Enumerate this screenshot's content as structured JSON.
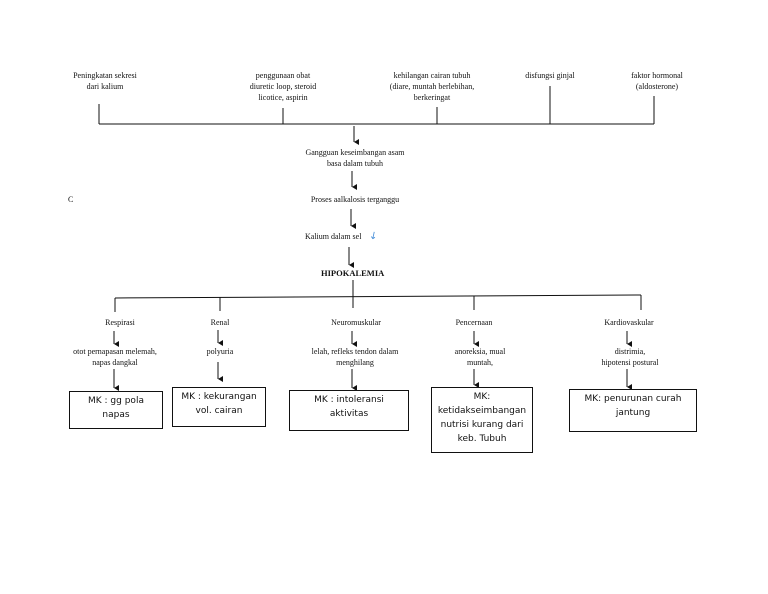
{
  "causes": [
    {
      "line1": "Peningkatan sekresi",
      "line2": "dari kalium",
      "line3": ""
    },
    {
      "line1": "penggunaan obat",
      "line2": "diuretic loop, steroid",
      "line3": "licotice, aspirin"
    },
    {
      "line1": "kehilangan cairan tubuh",
      "line2": "(diare, muntah berlebihan,",
      "line3": "berkeringat"
    },
    {
      "line1": "disfungsi ginjal",
      "line2": "",
      "line3": ""
    },
    {
      "line1": "faktor hormonal",
      "line2": "(aldosterone)",
      "line3": ""
    }
  ],
  "flow": {
    "step1_line1": "Gangguan keseimbangan asam",
    "step1_line2": "basa dalam tubuh",
    "step2": "Proses aalkalosis terganggu",
    "step3": "Kalium dalam sel",
    "step3_arrow": "↓",
    "title": "HIPOKALEMIA",
    "side_letter": "C"
  },
  "branches": [
    {
      "name": "Respirasi",
      "effect1": "otot pernapasan melemah,",
      "effect2": "napas dangkal",
      "mk": [
        "MK : gg pola",
        "napas"
      ]
    },
    {
      "name": "Renal",
      "effect1": "polyuria",
      "effect2": "",
      "mk": [
        "MK : kekurangan",
        "vol. cairan"
      ]
    },
    {
      "name": "Neuromuskular",
      "effect1": "lelah, refleks tendon dalam",
      "effect2": "menghilang",
      "mk": [
        "MK : intoleransi",
        "aktivitas"
      ]
    },
    {
      "name": "Pencernaan",
      "effect1": "anoreksia, mual",
      "effect2": "muntah,",
      "mk": [
        "MK:",
        "ketidakseimbangan",
        "nutrisi kurang dari",
        "keb. Tubuh"
      ]
    },
    {
      "name": "Kardiovaskular",
      "effect1": "distrimia,",
      "effect2": "hipotensi postural",
      "mk": [
        "MK: penurunan curah",
        "jantung"
      ]
    }
  ]
}
